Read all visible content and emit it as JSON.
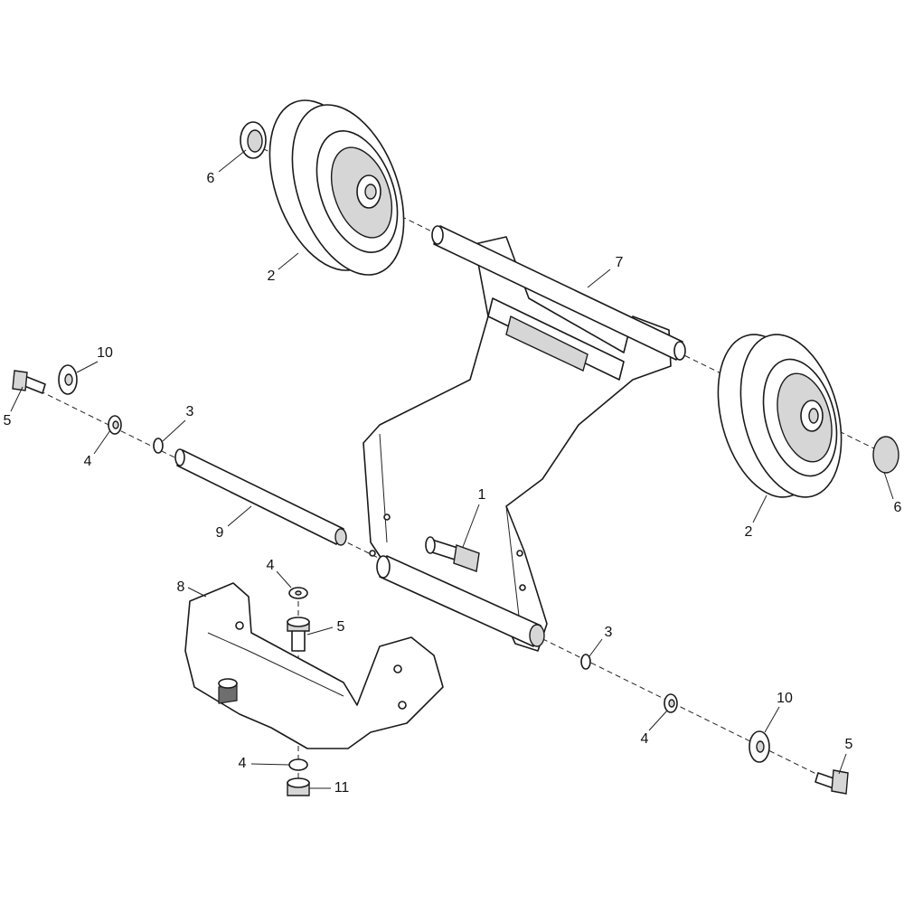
{
  "diagram": {
    "type": "exploded-parts-view",
    "callouts": [
      {
        "label": "6",
        "part": "wheel-cap-ring"
      },
      {
        "label": "2",
        "part": "wheel"
      },
      {
        "label": "7",
        "part": "wheel-frame"
      },
      {
        "label": "10",
        "part": "large-washer"
      },
      {
        "label": "5",
        "part": "bolt"
      },
      {
        "label": "3",
        "part": "small-washer"
      },
      {
        "label": "4",
        "part": "washer"
      },
      {
        "label": "1",
        "part": "frame-bolt"
      },
      {
        "label": "6",
        "part": "wheel-cap"
      },
      {
        "label": "2",
        "part": "wheel"
      },
      {
        "label": "9",
        "part": "axle-rod"
      },
      {
        "label": "8",
        "part": "mounting-bracket"
      },
      {
        "label": "4",
        "part": "washer"
      },
      {
        "label": "5",
        "part": "bolt"
      },
      {
        "label": "3",
        "part": "small-washer"
      },
      {
        "label": "10",
        "part": "large-washer"
      },
      {
        "label": "4",
        "part": "washer"
      },
      {
        "label": "5",
        "part": "bolt"
      },
      {
        "label": "4",
        "part": "washer"
      },
      {
        "label": "11",
        "part": "nut"
      }
    ]
  }
}
